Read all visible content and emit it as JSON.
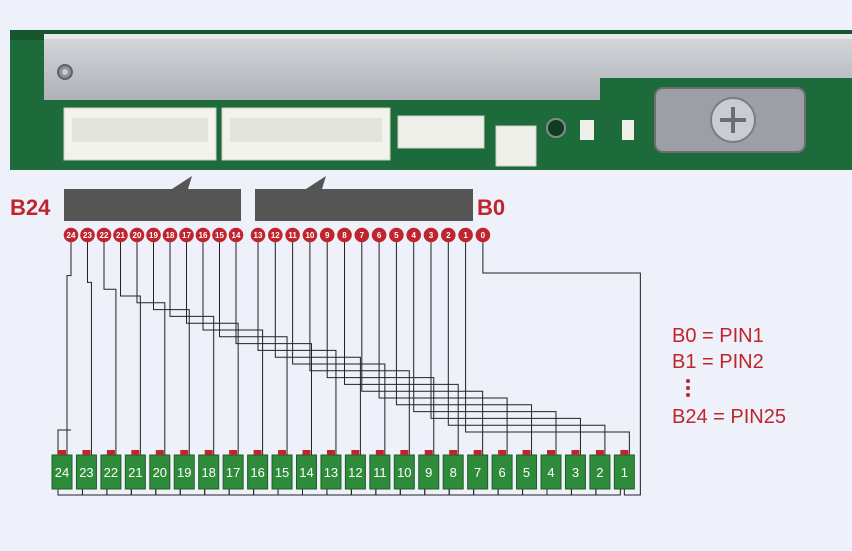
{
  "labels": {
    "left": "B24",
    "right": "B0"
  },
  "legend": {
    "line1": "B0 = PIN1",
    "line2": "B1 = PIN2",
    "line3": "B24 = PIN25"
  },
  "connector_pins": [
    "24",
    "23",
    "22",
    "21",
    "20",
    "19",
    "18",
    "17",
    "16",
    "15",
    "14",
    "13",
    "12",
    "11",
    "10",
    "9",
    "8",
    "7",
    "6",
    "5",
    "4",
    "3",
    "2",
    "1",
    "0"
  ],
  "cells": [
    "24",
    "23",
    "22",
    "21",
    "20",
    "19",
    "18",
    "17",
    "16",
    "15",
    "14",
    "13",
    "12",
    "11",
    "10",
    "9",
    "8",
    "7",
    "6",
    "5",
    "4",
    "3",
    "2",
    "1"
  ],
  "colors": {
    "background": "#eef0fa",
    "pin_red": "#c0242c",
    "cell_green": "#2e8b3a",
    "wire": "#222222",
    "bar": "#555555",
    "pcb": "#1e6b3a",
    "heatsink": "#c4c6cc"
  }
}
